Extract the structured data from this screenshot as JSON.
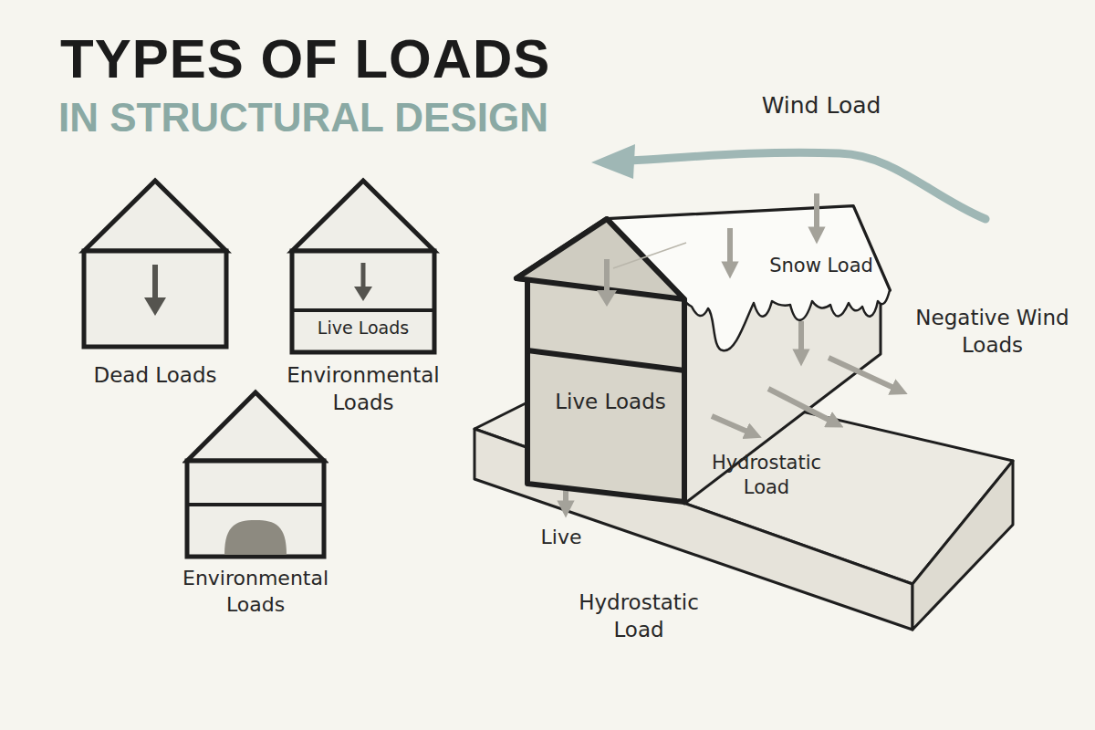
{
  "diagram": {
    "title": "TYPES OF LOADS",
    "nodes": [
      {
        "text": [
          "Dead Loads"
        ]
      },
      {
        "text": [
          "Live Loads",
          "Environmental Loads"
        ]
      },
      {
        "text": [
          "Environmental Loads"
        ]
      },
      {
        "text": [
          "Live Loads"
        ]
      }
    ],
    "labels": [
      "IN STRUCTURAL DESIGN",
      "Wind Load",
      "Snow Load",
      "Negative Wind Loads",
      "Hydrostatic Load",
      "Live",
      "Hydrostatic Load"
    ]
  }
}
